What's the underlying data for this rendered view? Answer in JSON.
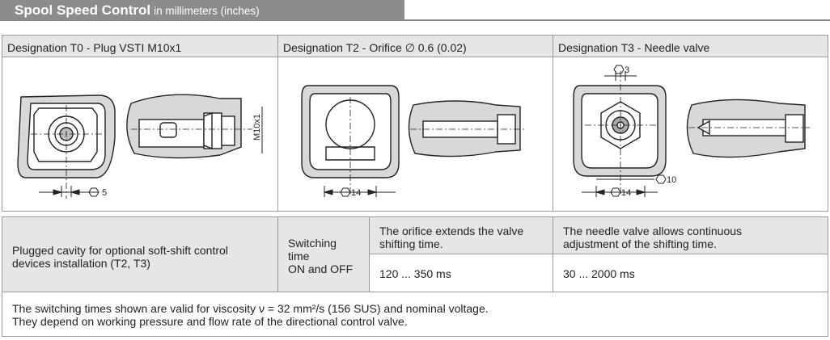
{
  "header": {
    "title": "Spool Speed Control",
    "subtitle": "in millimeters (inches)"
  },
  "designations": [
    {
      "label": "Designation T0 - Plug VSTI M10x1",
      "dims": [
        "5",
        "M10x1"
      ]
    },
    {
      "label": "Designation T2 - Orifice ∅ 0.6 (0.02)",
      "dims": [
        "14"
      ]
    },
    {
      "label": "Designation T3 - Needle valve",
      "dims": [
        "3",
        "10",
        "14"
      ]
    }
  ],
  "info": {
    "cavity_line1": "Plugged cavity for optional soft-shift control",
    "cavity_line2": "devices installation (T2, T3)",
    "switching_line1": "Switching",
    "switching_line2": "time",
    "switching_line3": "ON and OFF",
    "orifice_line1": "The orifice extends the valve",
    "orifice_line2": "shifting time.",
    "needle_line1": "The needle valve allows continuous",
    "needle_line2": "adjustment of the shifting time.",
    "orifice_range": "120 ... 350 ms",
    "needle_range": "30 ... 2000 ms"
  },
  "note": {
    "line1": "The switching times shown are valid for viscosity ν = 32 mm²/s (156 SUS) and nominal voltage.",
    "line2": "They depend on working pressure and flow rate of the directional control valve."
  }
}
